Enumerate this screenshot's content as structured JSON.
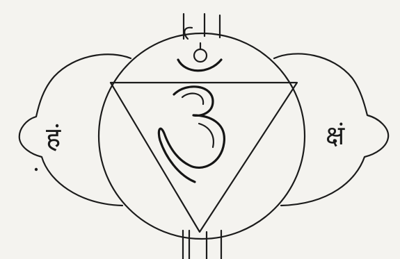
{
  "diagram": {
    "left_petal_syllable": "हं",
    "right_petal_syllable": "क्षं",
    "center_symbol": "ॐ",
    "colors": {
      "ink": "#1b1b1b",
      "paper": "#f4f3ef"
    }
  }
}
